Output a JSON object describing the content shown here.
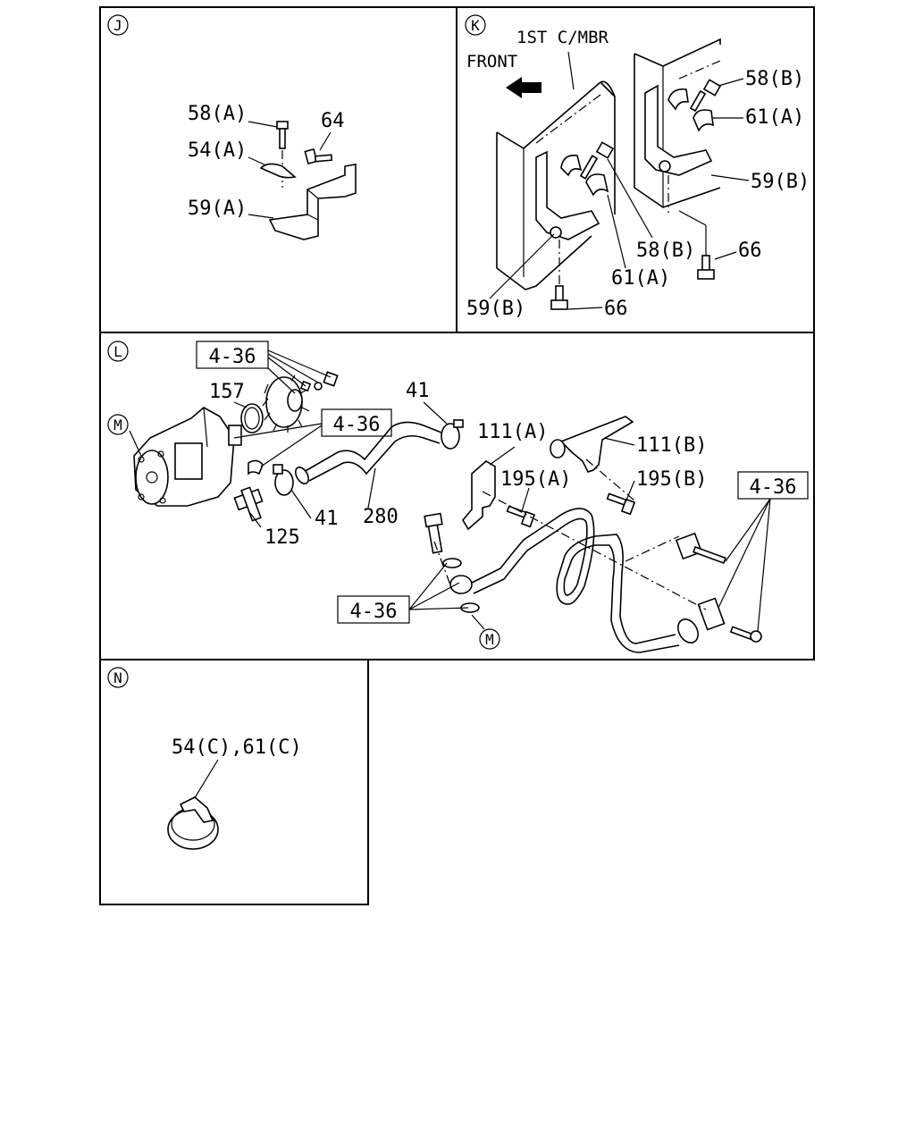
{
  "panels": {
    "j": {
      "circle": "J",
      "labels": {
        "bolt": "58(A)",
        "bolt2": "64",
        "clamp": "54(A)",
        "bracket": "59(A)"
      }
    },
    "k": {
      "circle": "K",
      "header": "1ST C/MBR",
      "front": "FRONT",
      "labels": {
        "bolt_right": "58(B)",
        "clamp_right": "61(A)",
        "bracket_right": "59(B)",
        "bolt_center": "58(B)",
        "clamp_center": "61(A)",
        "bolt_bottom_right": "66",
        "bracket_left": "59(B)",
        "bolt_bottom_center": "66"
      }
    },
    "l": {
      "circle": "L",
      "sub_circle_1": "M",
      "sub_circle_2": "M",
      "refs": {
        "ref_pump": "4-36",
        "ref_hose": "4-36",
        "ref_clip": "4-36",
        "ref_line": "4-36"
      },
      "labels": {
        "oring": "157",
        "clamp_top": "41",
        "clamp_bottom": "41",
        "hose": "280",
        "fitting": "125",
        "bracket_a": "111(A)",
        "bracket_b": "111(B)",
        "bolt_a": "195(A)",
        "bolt_b": "195(B)"
      }
    },
    "n": {
      "circle": "N",
      "labels": {
        "clamp": "54(C),61(C)"
      }
    }
  }
}
